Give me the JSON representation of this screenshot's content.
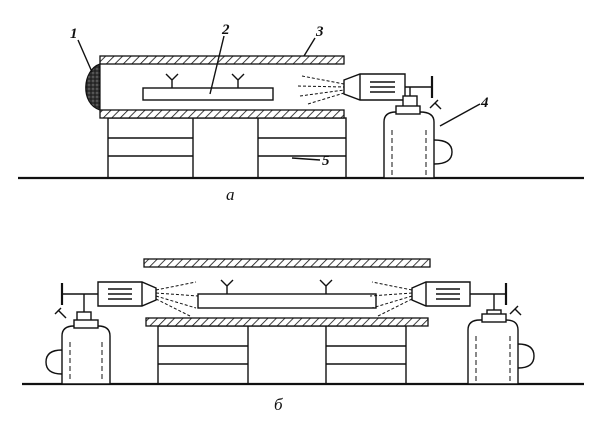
{
  "figure": {
    "labels": {
      "l1": "1",
      "l2": "2",
      "l3": "3",
      "l4": "4",
      "l5": "5"
    },
    "captions": {
      "a": "а",
      "b": "б"
    },
    "colors": {
      "ink": "#111111",
      "paper": "#ffffff"
    }
  }
}
